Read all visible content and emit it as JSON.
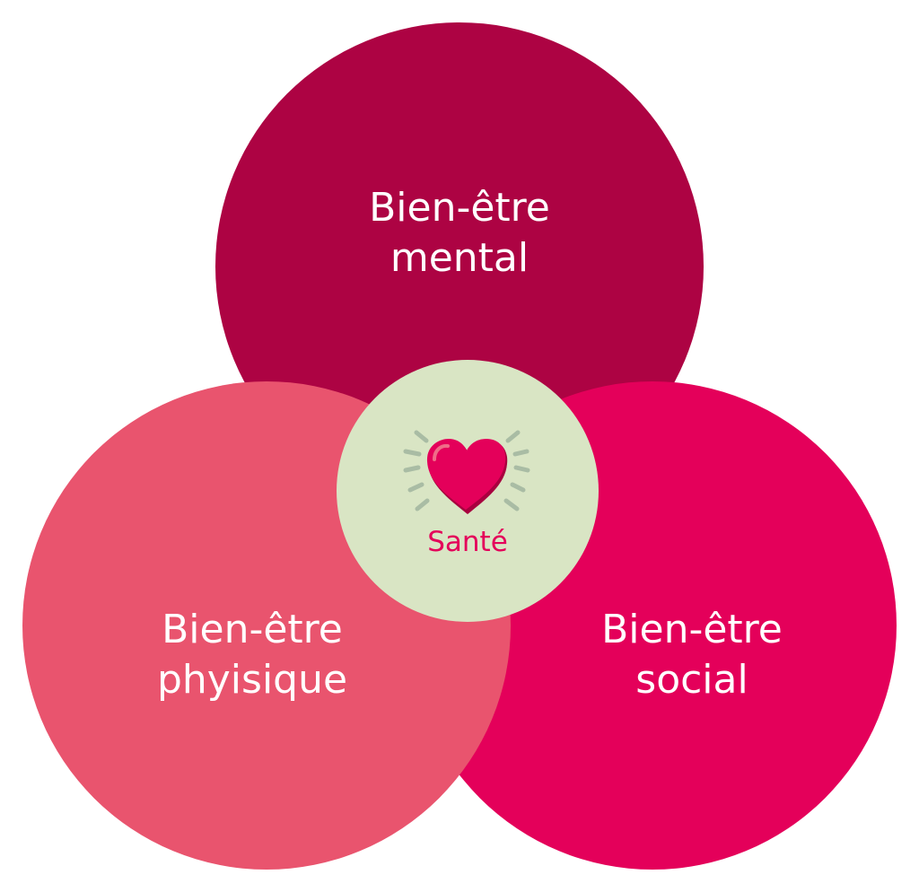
{
  "colors": {
    "mental": "#AD0343",
    "physique": "#E9546E",
    "social": "#E4005A",
    "center": "#D9E5C4",
    "heart": "#E4005A",
    "heart_shadow": "#A8003F",
    "rays": "#A9BCA4",
    "sante_text": "#E4005A"
  },
  "circles": {
    "mental": {
      "line1": "Bien-être",
      "line2": "mental"
    },
    "physique": {
      "line1": "Bien-être",
      "line2": "phyisique"
    },
    "social": {
      "line1": "Bien-être",
      "line2": "social"
    }
  },
  "center": {
    "label": "Santé",
    "icon": "heart-icon"
  }
}
